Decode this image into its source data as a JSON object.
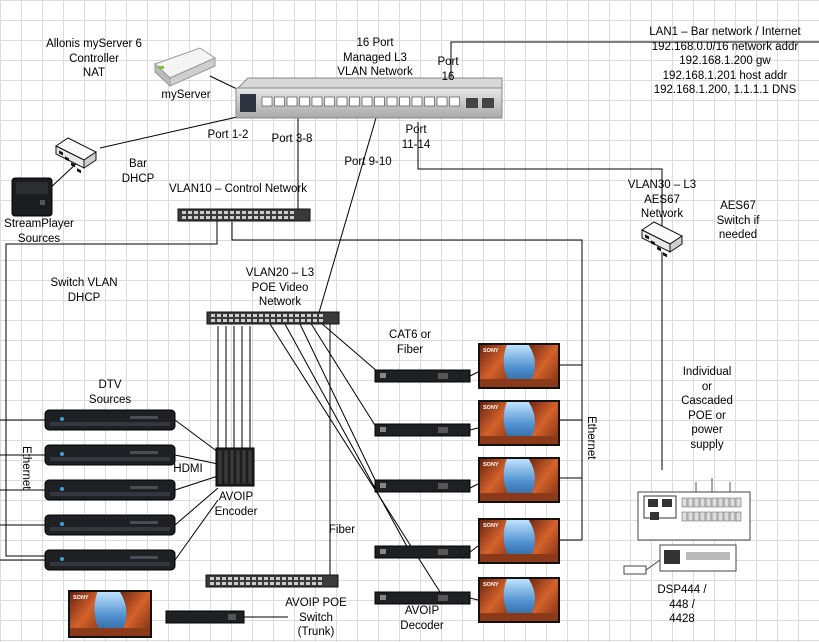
{
  "diagram": {
    "labels": {
      "allonis": "Allonis myServer 6",
      "controller": "Controller",
      "nat": "NAT",
      "myserver": "myServer",
      "managed_switch_title_1": "16 Port",
      "managed_switch_title_2": "Managed L3",
      "managed_switch_title_3": "VLAN Network",
      "port16_1": "Port",
      "port16_2": "16",
      "lan1_line1": "LAN1 – Bar network / Internet",
      "lan1_line2": "192.168.0.0/16 network addr",
      "lan1_line3": "192.168.1.200 gw",
      "lan1_line4": "192.168.1.201 host addr",
      "lan1_line5": "192.168.1.200, 1.1.1.1  DNS",
      "port1_2": "Port 1-2",
      "port3_8": "Port 3-8",
      "port11_14_1": "Port",
      "port11_14_2": "11-14",
      "port9_10": "Port 9-10",
      "bar": "Bar",
      "dhcp": "DHCP",
      "vlan10": "VLAN10 – Control Network",
      "streamplayer_1": "StreamPlayer",
      "streamplayer_2": "Sources",
      "vlan30_1": "VLAN30 – L3",
      "vlan30_2": "AES67",
      "vlan30_3": "Network",
      "aes67_switch_1": "AES67",
      "aes67_switch_2": "Switch if",
      "aes67_switch_3": "needed",
      "switch_vlan_1": "Switch VLAN",
      "switch_vlan_2": "DHCP",
      "vlan20_1": "VLAN20 – L3",
      "vlan20_2": "POE Video",
      "vlan20_3": "Network",
      "cat6_1": "CAT6 or",
      "cat6_2": "Fiber",
      "individual_1": "Individual",
      "individual_2": "or",
      "individual_3": "Cascaded",
      "individual_4": "POE or",
      "individual_5": "power",
      "individual_6": "supply",
      "dtv_1": "DTV",
      "dtv_2": "Sources",
      "ethernet_left": "Ethernet",
      "ethernet_right": "Ethernet",
      "hdmi": "HDMI",
      "avoip_encoder_1": "AVOIP",
      "avoip_encoder_2": "Encoder",
      "fiber": "Fiber",
      "avoip_poe_1": "AVOIP POE",
      "avoip_poe_2": "Switch",
      "avoip_poe_3": "(Trunk)",
      "avoip_decoder_1": "AVOIP",
      "avoip_decoder_2": "Decoder",
      "dsp_1": "DSP444 /",
      "dsp_2": "448 /",
      "dsp_3": "4428"
    },
    "tv_brand": "SONY",
    "colors": {
      "line": "#000000",
      "grid": "#dcdcdc",
      "switch_body": "#3a3a3a",
      "box_body": "#1e2024",
      "tv_sky": "#3f7fc0",
      "tv_rock": "#c8582a"
    },
    "icons": {
      "myserver": "router-icon",
      "managed_switch": "rack-switch-icon",
      "small_switch": "small-switch-icon",
      "tv": "tv-icon",
      "encoder": "encoder-icon",
      "dsp": "dsp-icon",
      "streamplayer": "media-player-icon"
    }
  }
}
